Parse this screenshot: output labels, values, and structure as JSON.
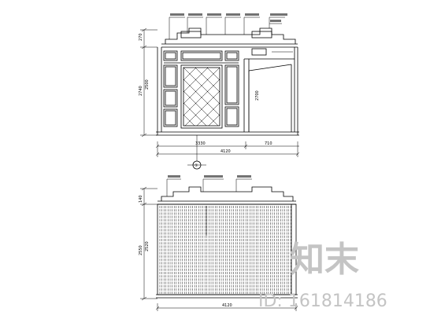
{
  "drawing": {
    "top_elevation": {
      "vertical_dims": [
        "270",
        "2740",
        "2500"
      ],
      "bottom_dims": [
        "3330",
        "4120",
        "710"
      ],
      "section_mark": "①",
      "callouts": [
        "",
        "",
        "",
        "",
        "",
        ""
      ]
    },
    "bottom_elevation": {
      "vertical_dims": [
        "140",
        "2550",
        "2520"
      ],
      "bottom_dim": "4120",
      "callouts": [
        "",
        "",
        ""
      ]
    }
  },
  "watermark": {
    "brand": "知末",
    "id_text": "ID: 161814186"
  }
}
